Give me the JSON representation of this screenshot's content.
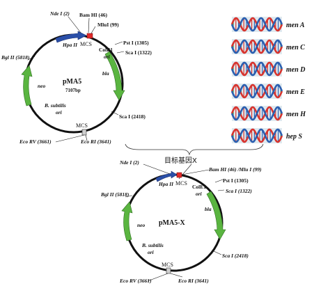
{
  "plasmid1": {
    "name": "pMA5",
    "size": "7107bp",
    "labels": {
      "nde": "Nde I (2)",
      "bam": "Bam HI (46)",
      "mlu": "MluI (99)",
      "hpa": "Hpa II",
      "mcs_top": "MCS",
      "cole1": "ColE1",
      "ori": "ori",
      "pst": "Pst I (1305)",
      "sca1": "Sca I (1322)",
      "bla": "bla",
      "sca2": "Sca I (2418)",
      "bgl": "Bgl II (5818)",
      "neo": "neo",
      "bsub": "B. subtilis",
      "bsub_ori": "ori",
      "mcs_bottom": "MCS",
      "ecorv": "Eco RV (3661)",
      "ecori": "Eco RI (3641)"
    }
  },
  "plasmid2": {
    "name": "pMA5-X",
    "labels": {
      "nde": "Nde I (2)",
      "bam_mlu": "Bam HI (46) /Mlu I (99)",
      "hpa": "Hpa II",
      "mcs_top": "MCS",
      "cole1": "ColE1",
      "ori": "ori",
      "pst": "Pst I (1305)",
      "sca1": "Sca I (1322)",
      "bla": "bla",
      "sca2": "Sca I (2418)",
      "bgl": "Bgl II (5818)",
      "neo": "neo",
      "bsub": "B. subtilis",
      "bsub_ori": "ori",
      "mcs_bottom": "MCS",
      "ecorv": "Eco RV (3661)",
      "ecori": "Eco RI (3641)"
    }
  },
  "gene_label": "目标基因X",
  "genes": [
    "men A",
    "men C",
    "men D",
    "men E",
    "men H",
    "hep S"
  ],
  "colors": {
    "arrow_blue": "#2a4fa8",
    "arrow_green": "#5ab540",
    "mcs_red": "#e02a2a",
    "helix_red": "#d8342e",
    "helix_blue": "#2b5fb0",
    "helix_green": "#3b9a3e",
    "helix_bg": "#dfe9ef"
  }
}
